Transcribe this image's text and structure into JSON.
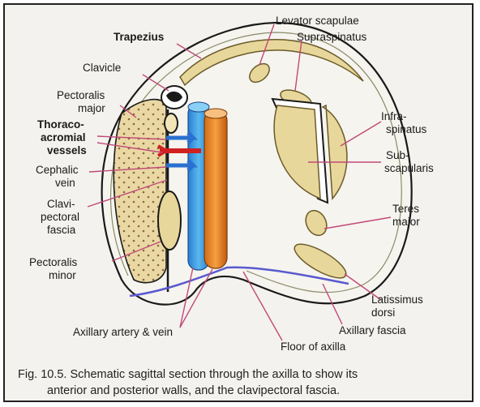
{
  "labels": {
    "trapezius": "Trapezius",
    "clavicle": "Clavicle",
    "pectoralis_major_1": "Pectoralis",
    "pectoralis_major_2": "major",
    "thoraco_1": "Thoraco-",
    "thoraco_2": "acromial",
    "thoraco_3": "vessels",
    "cephalic_1": "Cephalic",
    "cephalic_2": "vein",
    "clavi_1": "Clavi-",
    "clavi_2": "pectoral",
    "clavi_3": "fascia",
    "pectoralis_minor_1": "Pectoralis",
    "pectoralis_minor_2": "minor",
    "axillary_artery_vein": "Axillary artery & vein",
    "levator_scapulae": "Levator scapulae",
    "supraspinatus": "Supraspinatus",
    "infraspinatus_1": "Infra-",
    "infraspinatus_2": "spinatus",
    "subscapularis_1": "Sub-",
    "subscapularis_2": "scapularis",
    "teres_major_1": "Teres",
    "teres_major_2": "major",
    "latissimus_1": "Latissimus",
    "latissimus_2": "dorsi",
    "axillary_fascia": "Axillary fascia",
    "floor_of_axilla": "Floor of axilla"
  },
  "caption": {
    "line1": "Fig. 10.5. Schematic sagittal section through the axilla to show its",
    "line2": "anterior and posterior walls, and the clavipectoral fascia."
  },
  "colors": {
    "muscle": "#e8d79a",
    "muscle_dark": "#8a7a3a",
    "artery": "#e8872a",
    "vein": "#3aa0e0",
    "fascia_floor": "#5a5ad0",
    "leader": "#c04a7a",
    "thoraco_red": "#d02020"
  }
}
